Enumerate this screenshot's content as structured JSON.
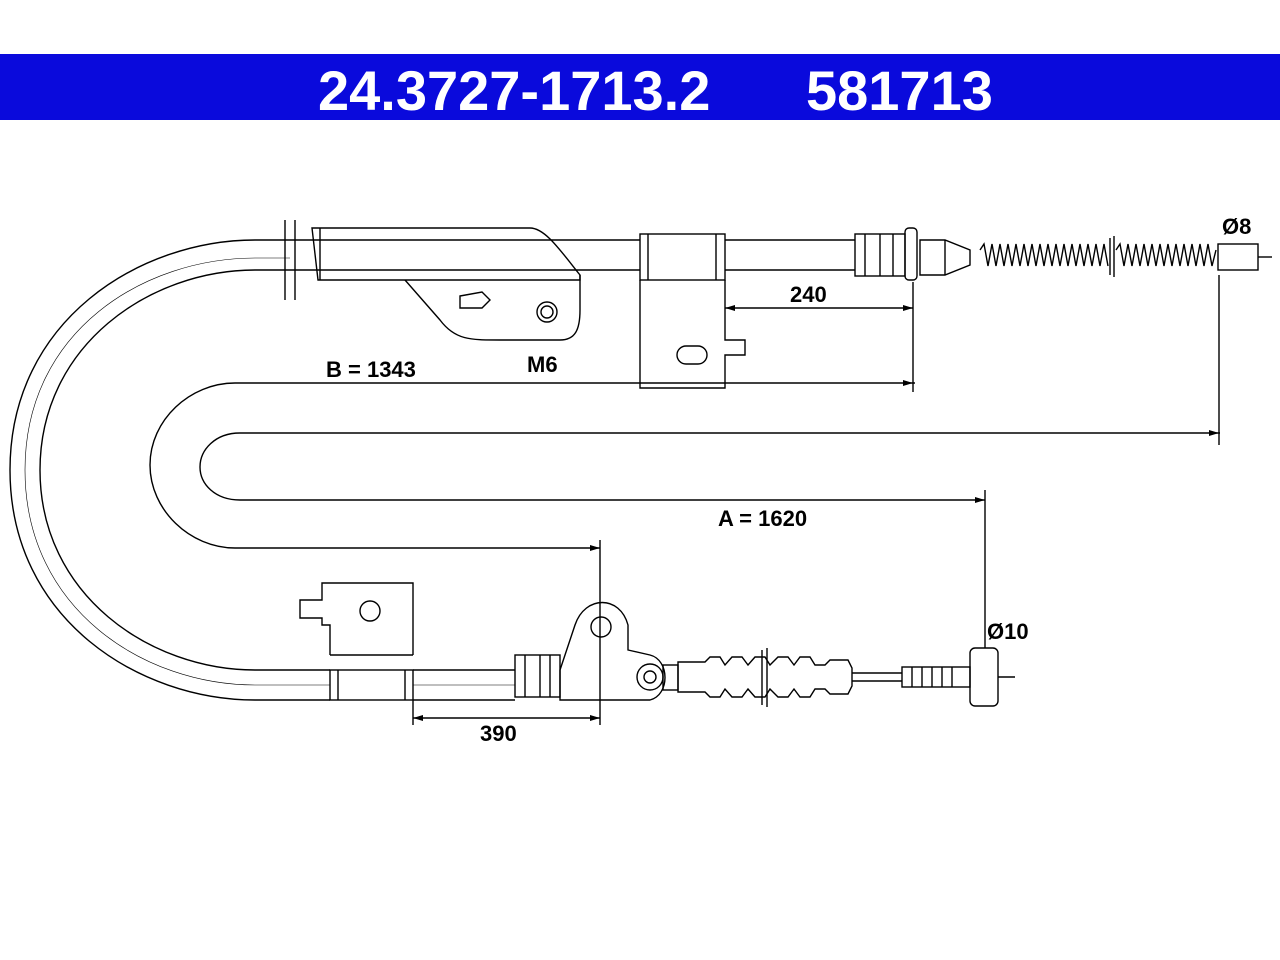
{
  "header": {
    "part_number": "24.3727-1713.2",
    "ref_number": "581713",
    "background_color": "#0a0adc",
    "text_color": "#ffffff"
  },
  "dimensions": {
    "b_length": "B = 1343",
    "a_length": "A = 1620",
    "d240": "240",
    "d390": "390",
    "thread": "M6",
    "dia_top": "Ø8",
    "dia_bottom": "Ø10"
  }
}
